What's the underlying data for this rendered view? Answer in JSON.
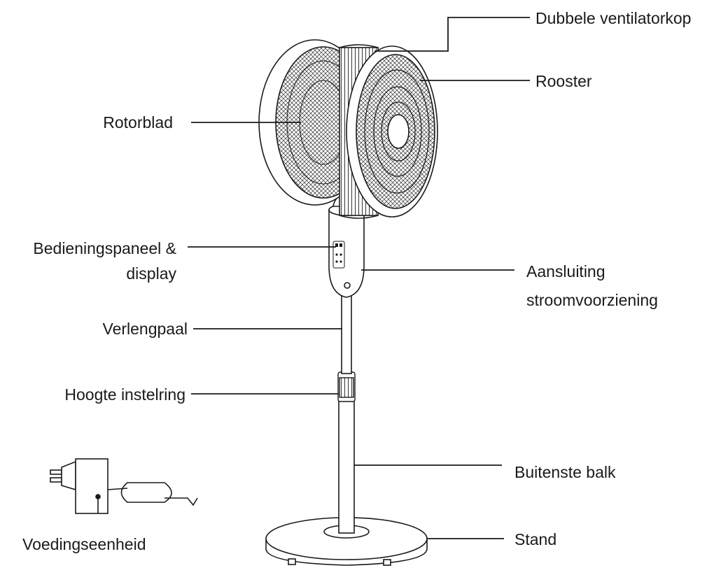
{
  "labels": {
    "dual_head": "Dubbele ventilatorkop",
    "grille": "Rooster",
    "rotor_blade": "Rotorblad",
    "control_panel_line1": "Bedieningspaneel &",
    "control_panel_line2": "display",
    "power_connection_line1": "Aansluiting",
    "power_connection_line2": "stroomvoorziening",
    "extension_pole": "Verlengpaal",
    "height_ring": "Hoogte instelring",
    "outer_bar": "Buitenste balk",
    "stand": "Stand",
    "power_unit": "Voedingseenheid"
  },
  "colors": {
    "line": "#1a1a1a",
    "text": "#1a1a1a",
    "fill": "#ffffff"
  }
}
